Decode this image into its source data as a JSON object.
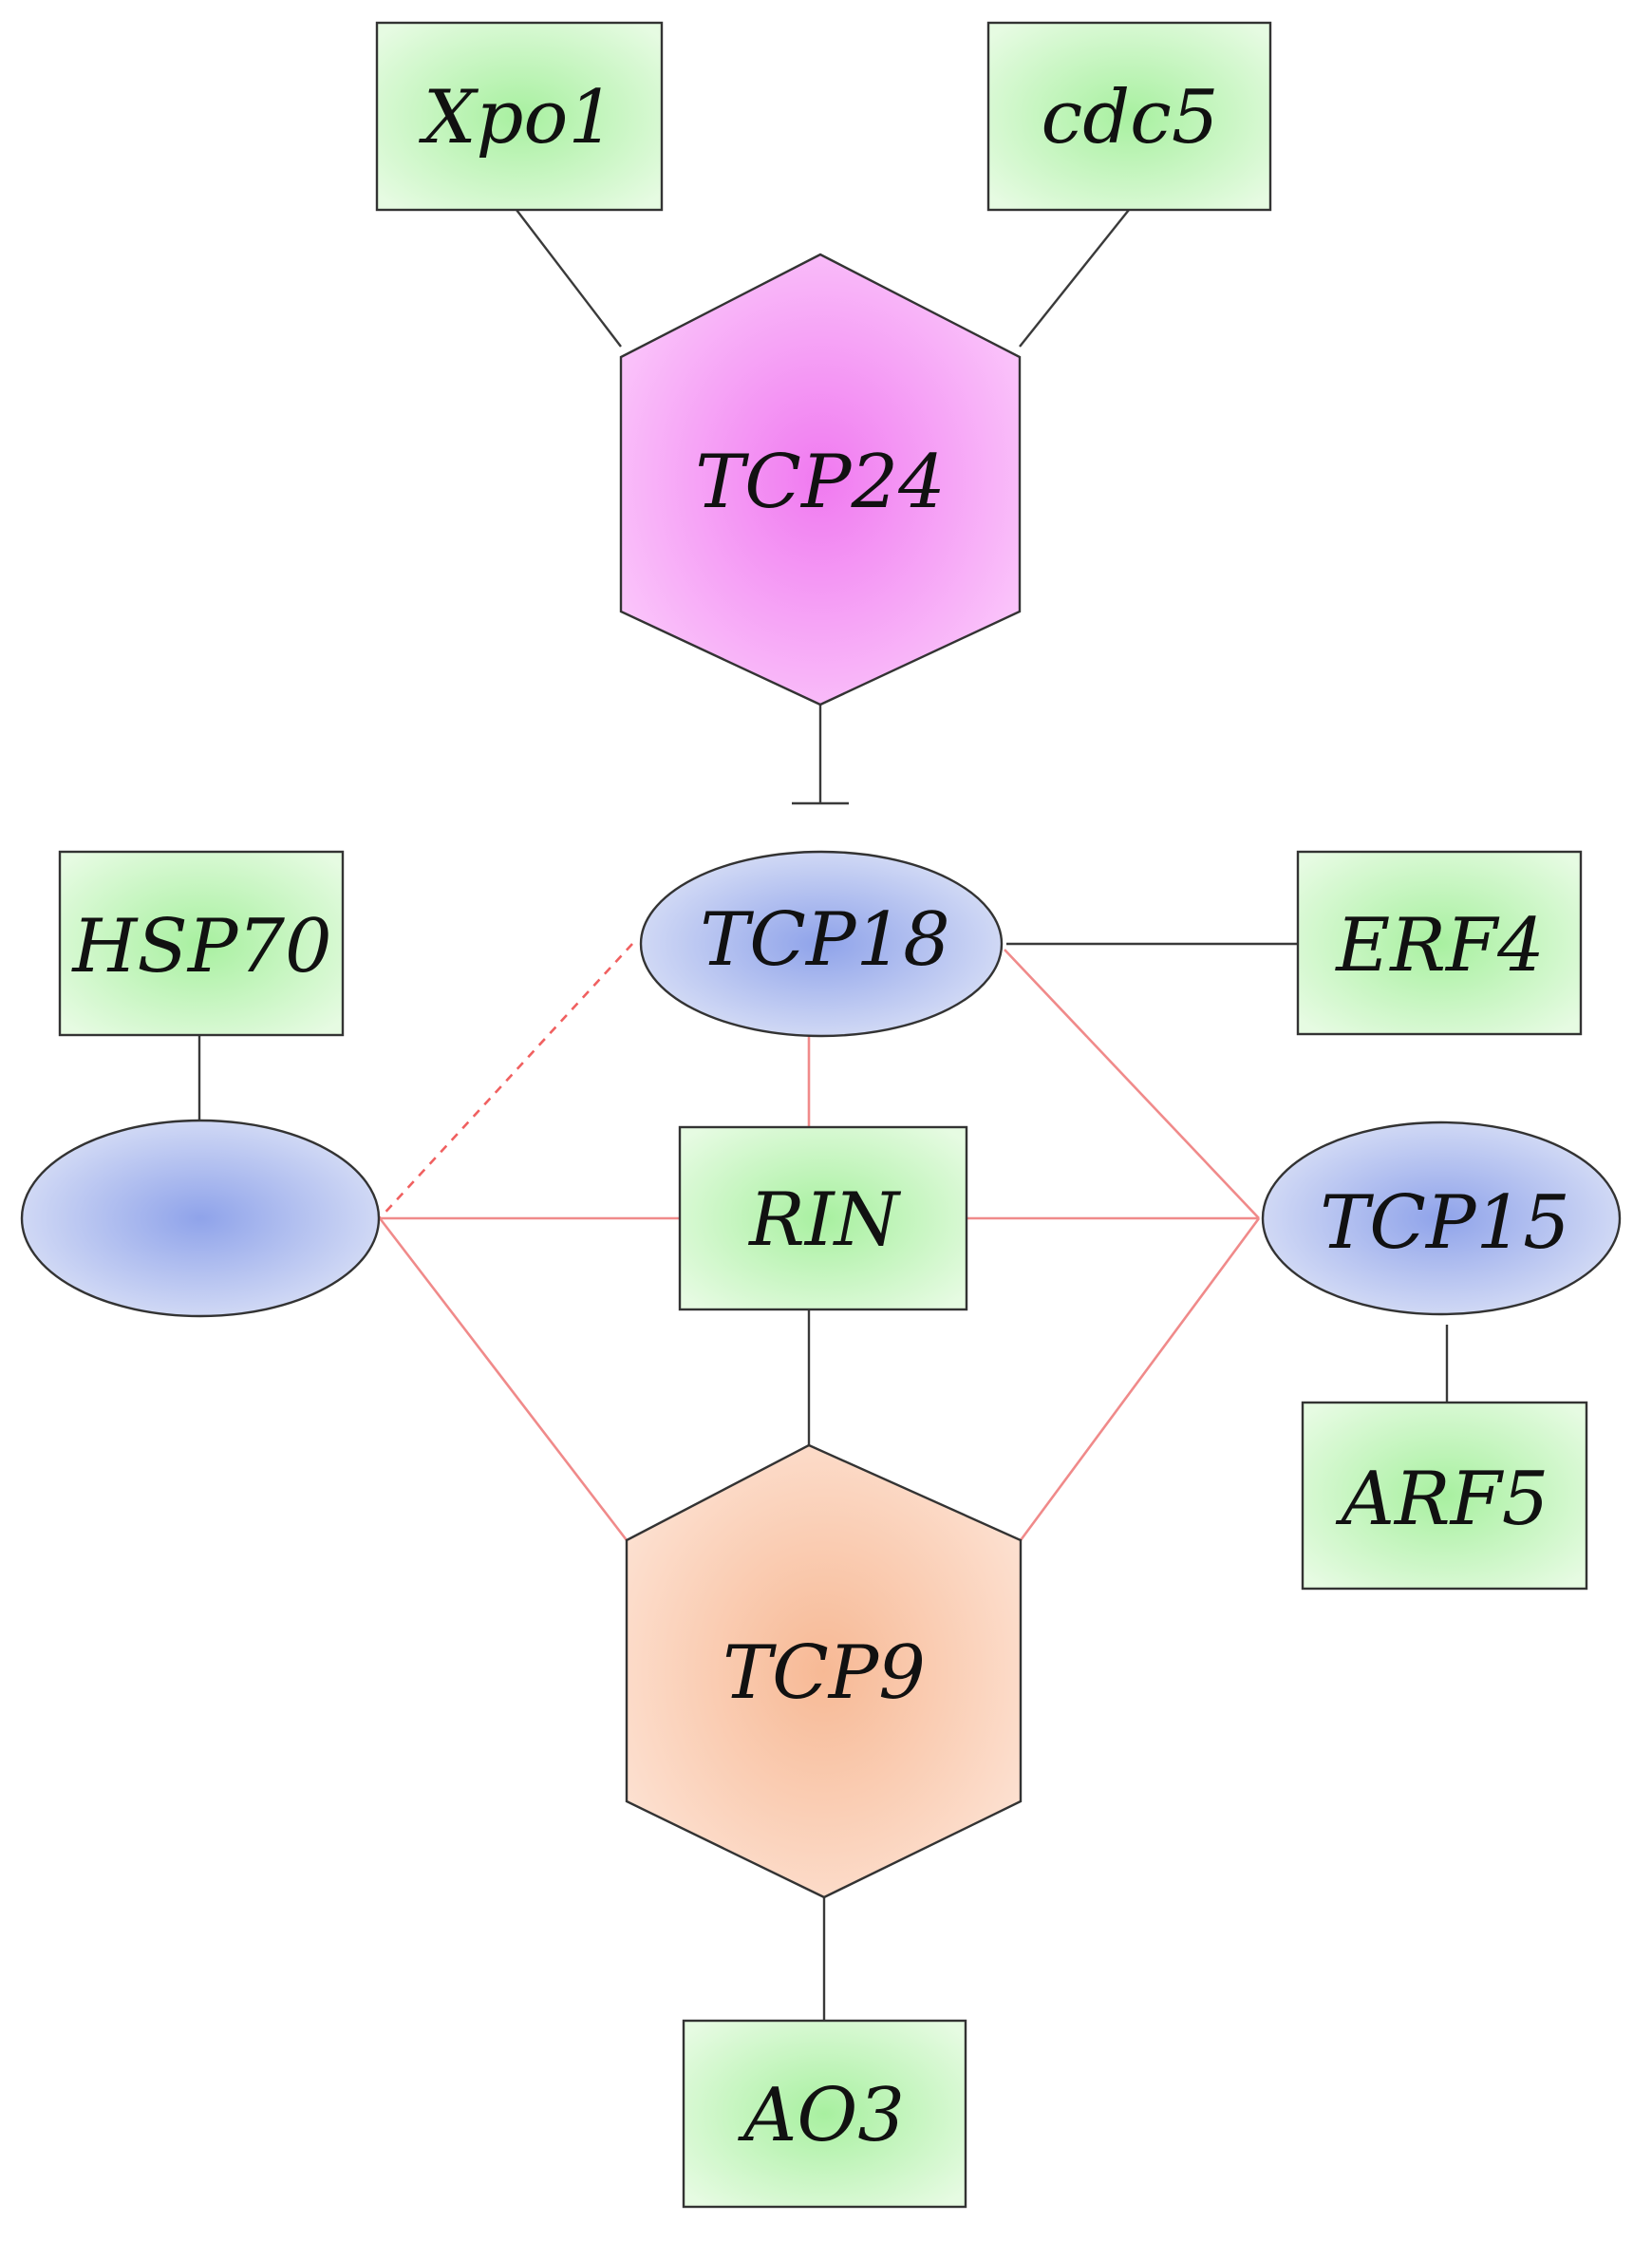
{
  "nodes": {
    "xpo1": "Xpo1",
    "cdc5": "cdc5",
    "tcp24": "TCP24",
    "tcp18": "TCP18",
    "hsp70": "HSP70",
    "erf4": "ERF4",
    "unlabeled_ellipse": "",
    "rin": "RIN",
    "tcp15": "TCP15",
    "arf5": "ARF5",
    "tcp9": "TCP9",
    "ao3": "AO3"
  },
  "edges": [
    {
      "from": "xpo1",
      "to": "tcp24",
      "type": "solid",
      "color": "#3a3a3a"
    },
    {
      "from": "cdc5",
      "to": "tcp24",
      "type": "solid",
      "color": "#3a3a3a"
    },
    {
      "from": "tcp24",
      "to": "tcp18",
      "type": "inhibition",
      "color": "#3a3a3a"
    },
    {
      "from": "tcp18",
      "to": "erf4",
      "type": "solid",
      "color": "#3a3a3a"
    },
    {
      "from": "hsp70",
      "to": "unlabeled_ellipse",
      "type": "solid",
      "color": "#3a3a3a"
    },
    {
      "from": "tcp18",
      "to": "unlabeled_ellipse",
      "type": "dashed",
      "color": "#f06060"
    },
    {
      "from": "tcp18",
      "to": "rin",
      "type": "solid",
      "color": "#f08a8a"
    },
    {
      "from": "tcp18",
      "to": "tcp15",
      "type": "solid",
      "color": "#f08a8a"
    },
    {
      "from": "unlabeled_ellipse",
      "to": "rin",
      "type": "solid",
      "color": "#f08a8a"
    },
    {
      "from": "rin",
      "to": "tcp15",
      "type": "solid",
      "color": "#f08a8a"
    },
    {
      "from": "unlabeled_ellipse",
      "to": "tcp9",
      "type": "solid",
      "color": "#f08a8a"
    },
    {
      "from": "tcp15",
      "to": "tcp9",
      "type": "solid",
      "color": "#f08a8a"
    },
    {
      "from": "rin",
      "to": "tcp9",
      "type": "solid",
      "color": "#3a3a3a"
    },
    {
      "from": "tcp15",
      "to": "arf5",
      "type": "solid",
      "color": "#3a3a3a"
    },
    {
      "from": "tcp9",
      "to": "ao3",
      "type": "solid",
      "color": "#3a3a3a"
    }
  ],
  "colors": {
    "rect_fill_center": "#a8f0a0",
    "rect_fill_edge": "#e6fbe2",
    "ellipse_fill_center": "#8fa3ea",
    "ellipse_fill_edge": "#dde3f7",
    "hex_tcp24_center": "#f07af0",
    "hex_tcp24_edge": "#fbc8fb",
    "hex_tcp9_center": "#f7b995",
    "hex_tcp9_edge": "#fde2d3",
    "edge_black": "#3a3a3a",
    "edge_red": "#f08a8a"
  }
}
